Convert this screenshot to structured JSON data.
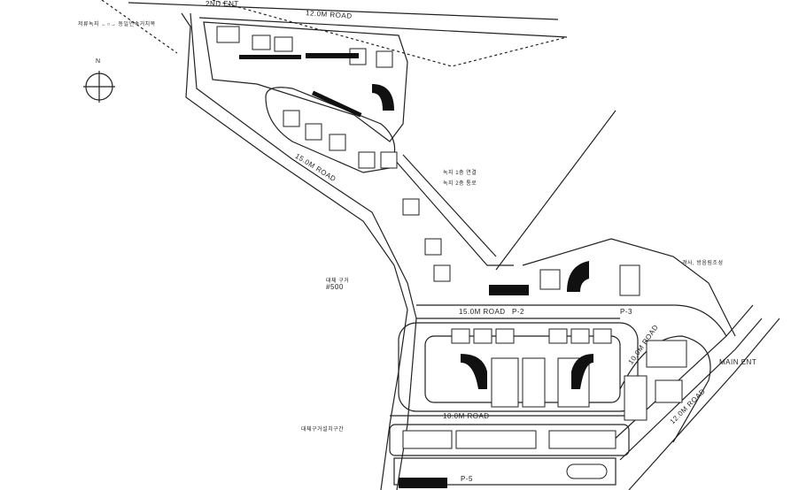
{
  "plan": {
    "north_label": "N",
    "entrances": {
      "second": "2ND ENT",
      "main": "MAIN ENT"
    },
    "roads": {
      "top": "12.0M ROAD",
      "diagonal_west": "15.0M ROAD",
      "middle": "15.0M ROAD",
      "south": "10.0M ROAD",
      "east_diag": "10.0M ROAD",
      "east_outer": "12.0M ROAD"
    },
    "parking": {
      "p2": "P-2",
      "p3": "P-3",
      "p5": "P-5"
    },
    "annotations": {
      "top_left": "저류녹지 ←○→ 동일연속거치목",
      "channel": "대체 구거",
      "channel_size": "#500",
      "channel_section": "대체구거설치구간",
      "east_note": "경사, 방음림조성",
      "mid_note_1": "녹지 1층 연결",
      "mid_note_2": "녹지 2층 통로"
    }
  }
}
